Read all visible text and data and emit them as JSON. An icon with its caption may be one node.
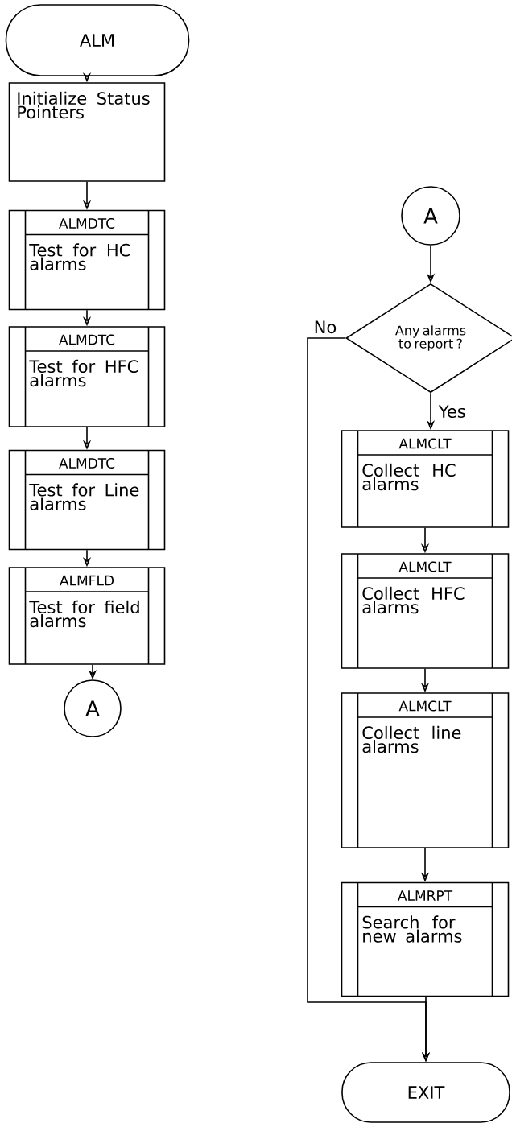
{
  "diagram": {
    "nodes": [
      {
        "text": [
          "ALM"
        ]
      },
      {
        "text": [
          "Initialize Status Pointers"
        ]
      },
      {
        "text": [
          "ALMDTC",
          "Test for HC alarms"
        ]
      },
      {
        "text": [
          "ALMDTC",
          "Test for HFC alarms"
        ]
      },
      {
        "text": [
          "ALMDTC",
          "Test for Line alarms"
        ]
      },
      {
        "text": [
          "ALMFLD",
          "Test for field alarms"
        ]
      },
      {
        "text": [
          "A"
        ]
      },
      {
        "text": [
          "A"
        ]
      },
      {
        "text": [
          "Any alarms to report ?"
        ]
      },
      {
        "text": [
          "ALMCLT",
          "Collect HC alarms"
        ]
      },
      {
        "text": [
          "ALMCLT",
          "Collect HFC alarms"
        ]
      },
      {
        "text": [
          "ALMCLT",
          "Collect line alarms"
        ]
      },
      {
        "text": [
          "ALMRPT",
          "Search for new alarms"
        ]
      },
      {
        "text": [
          "EXIT"
        ]
      }
    ],
    "edges": [
      {
        "from": 0,
        "to": 1,
        "arrow": "to"
      },
      {
        "from": 1,
        "to": 2,
        "arrow": "to"
      },
      {
        "from": 2,
        "to": 3,
        "arrow": "to"
      },
      {
        "from": 3,
        "to": 4,
        "arrow": "to"
      },
      {
        "from": 4,
        "to": 5,
        "arrow": "to"
      },
      {
        "from": 5,
        "to": 6,
        "arrow": "to"
      },
      {
        "from": 7,
        "to": 8,
        "arrow": "to"
      },
      {
        "from": 8,
        "to": 9,
        "arrow": "to",
        "label": "Yes"
      },
      {
        "from": 9,
        "to": 10,
        "arrow": "to"
      },
      {
        "from": 10,
        "to": 11,
        "arrow": "to"
      },
      {
        "from": 11,
        "to": 12,
        "arrow": "to"
      },
      {
        "from": 12,
        "to": 13,
        "arrow": "to"
      },
      {
        "from": 8,
        "to": 13,
        "arrow": "to",
        "label": "No"
      }
    ]
  }
}
